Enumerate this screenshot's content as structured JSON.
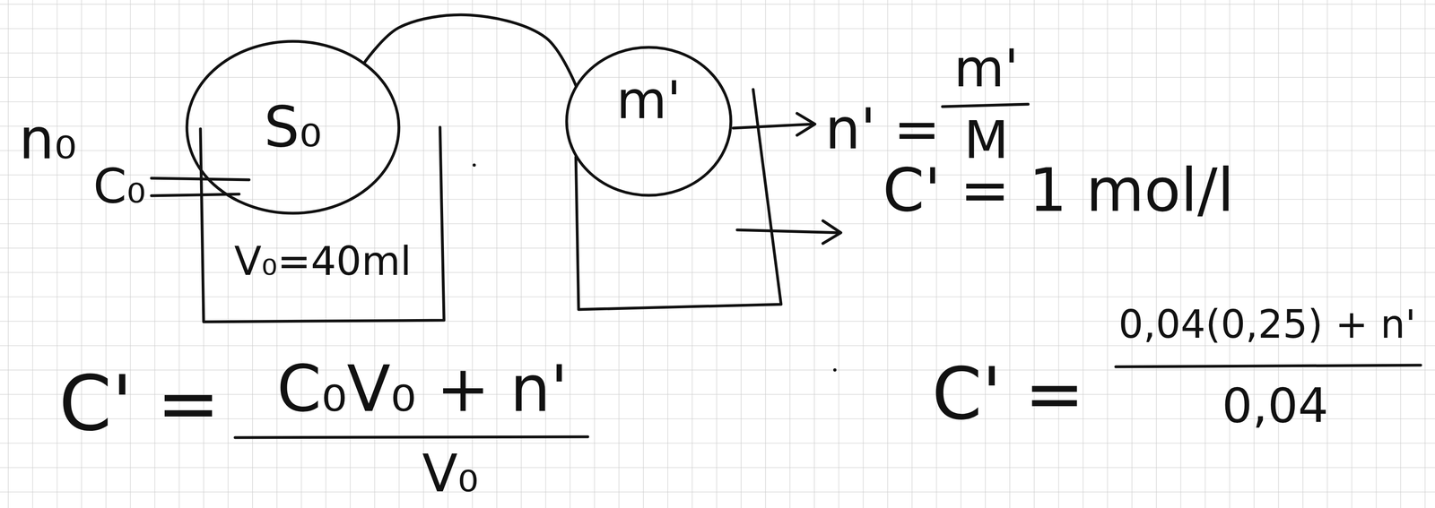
{
  "diagram": {
    "nodes": [
      {
        "text": [
          "S₀"
        ]
      },
      {
        "text": [
          "V₀=40ml"
        ]
      },
      {
        "text": [
          "m'"
        ]
      }
    ],
    "edges": [
      {
        "from": 0,
        "to": 2,
        "arrow": "none"
      }
    ],
    "labels": [
      "n₀",
      "C₀",
      "n' =",
      "m'",
      "M",
      "C' = 1 mol/l",
      "C' =",
      "C₀V₀ + n'",
      "V₀",
      "C' =",
      "0,04(0,25) + n'",
      "0,04"
    ]
  }
}
